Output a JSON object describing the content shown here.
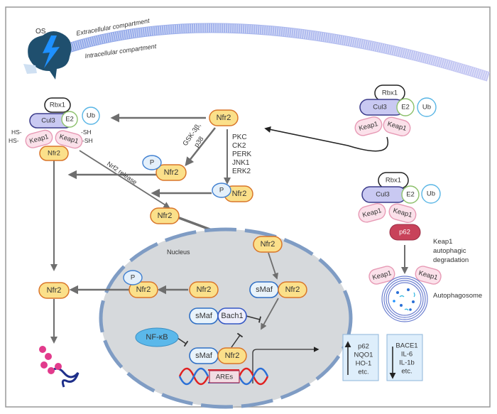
{
  "labels": {
    "os": "OS",
    "extracellular": "Extracellular compartment",
    "intracellular": "Intracellular compartment",
    "nucleus": "Nucleus",
    "nrf2_release": "Nrf2 release",
    "gsk": "GSK-3β,",
    "p38": "p38",
    "kinases": [
      "PKC",
      "CK2",
      "PERK",
      "JNK1",
      "ERK2"
    ],
    "keap1_degradation": [
      "Keap1",
      "autophagic",
      "degradation"
    ],
    "autophagosome": "Autophagosome",
    "hs": "HS-",
    "sh": "-SH"
  },
  "proteins": {
    "nrf2": "Nfr2",
    "rbx1": "Rbx1",
    "cul3": "Cul3",
    "e2": "E2",
    "ub": "Ub",
    "keap1": "Keap1",
    "p": "P",
    "smaf": "sMaf",
    "bach1": "Bach1",
    "nfkb": "NF-κB",
    "p62": "p62",
    "ares": "AREs"
  },
  "upregulated": [
    "p62",
    "NQO1",
    "HO-1",
    "etc."
  ],
  "downregulated": [
    "BACE1",
    "IL-6",
    "IL-1b",
    "etc."
  ],
  "colors": {
    "nrf2_fill": "#fbe08a",
    "nrf2_stroke": "#d9762a",
    "nucleus_fill": "#d6d9dc",
    "nucleus_border": "#7f9cc4",
    "p62": "#c8425a",
    "brain": "#1f4f6e",
    "lightning": "#1e90ff"
  }
}
